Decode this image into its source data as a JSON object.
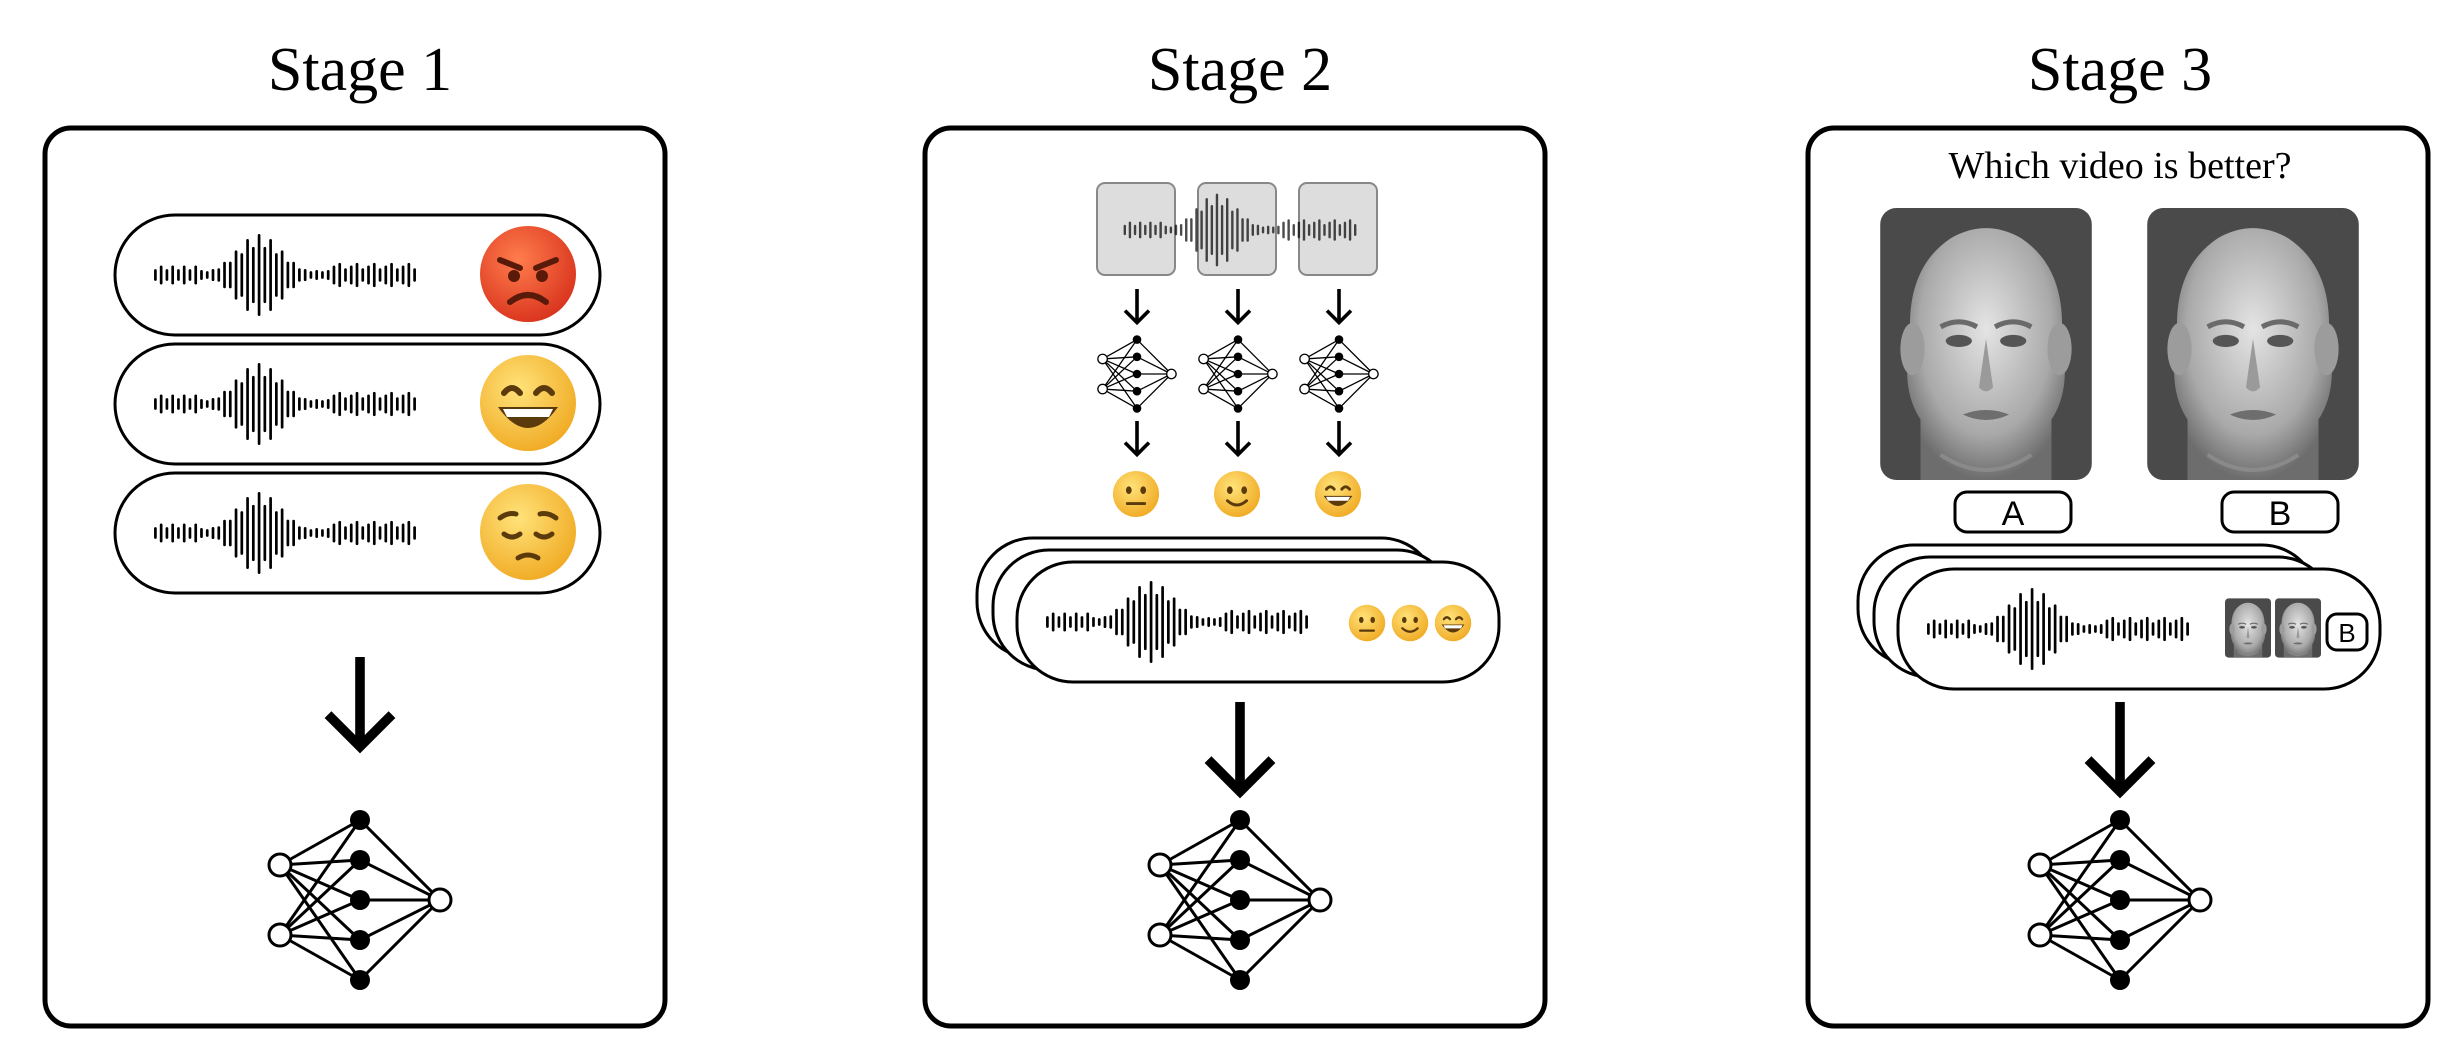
{
  "stages": [
    {
      "title": "Stage 1"
    },
    {
      "title": "Stage 2"
    },
    {
      "title": "Stage 3",
      "question": "Which video is better?",
      "option_a": "A",
      "option_b": "B",
      "selected": "B"
    }
  ],
  "emotions_stage1": [
    "angry-face",
    "grinning-face",
    "pensive-face"
  ],
  "emotions_stage2": [
    "neutral-face",
    "slightly-smiling-face",
    "grinning-face"
  ],
  "colors": {
    "stroke": "#000000",
    "box_fill": "#ffffff",
    "emoji_yellow": "#f7c234",
    "emoji_red": "#e8502a",
    "face_bg": "#4a4a4a",
    "face_skin": "#bdbdbd"
  }
}
